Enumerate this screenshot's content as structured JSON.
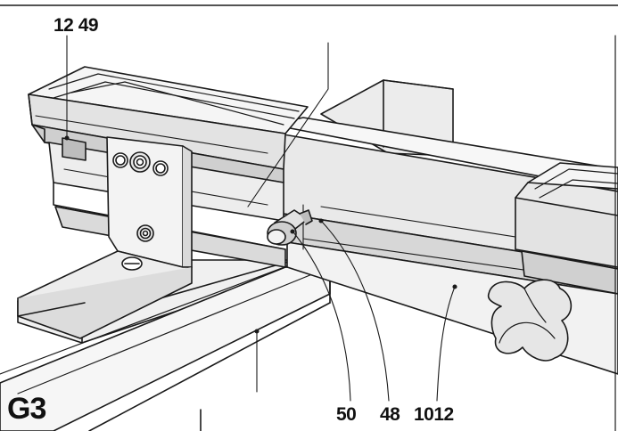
{
  "figure": {
    "id": "G3",
    "callout_top": "12 49",
    "callouts_bottom": [
      "50",
      "48",
      "1012"
    ]
  },
  "colors": {
    "line": "#1a1a1a",
    "part_light": "#f4f4f4",
    "part_mid": "#e0e0e0",
    "part_shade": "#c9c9c9",
    "part_dark": "#a9a9a9"
  },
  "icons": {
    "knob": "star-knob-icon",
    "bolt": "hex-bolt-icon"
  }
}
